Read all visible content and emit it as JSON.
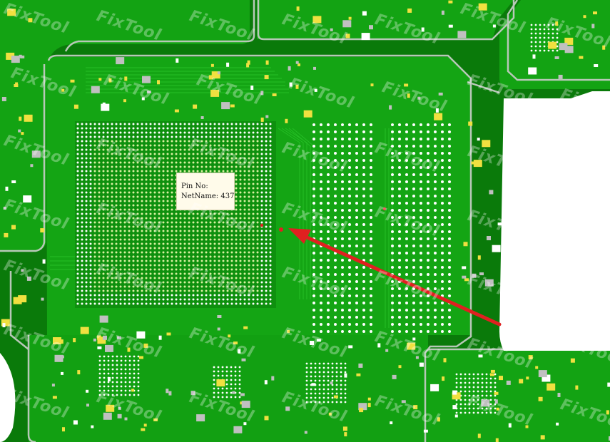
{
  "viewer": {
    "watermark": "FixTool",
    "colors": {
      "board": "#0a7a0a",
      "trace": "#22b422",
      "outline": "#b8c8b8",
      "pad_yellow": "#f0e040",
      "pad_gray": "#c0c0c0",
      "hole_white": "#ffffff",
      "selected_pin": "#e02020",
      "arrow": "#e02020"
    }
  },
  "tooltip": {
    "pin_label": "Pin No:",
    "pin_value": "",
    "net_label": "NetName:",
    "net_value": "437"
  }
}
